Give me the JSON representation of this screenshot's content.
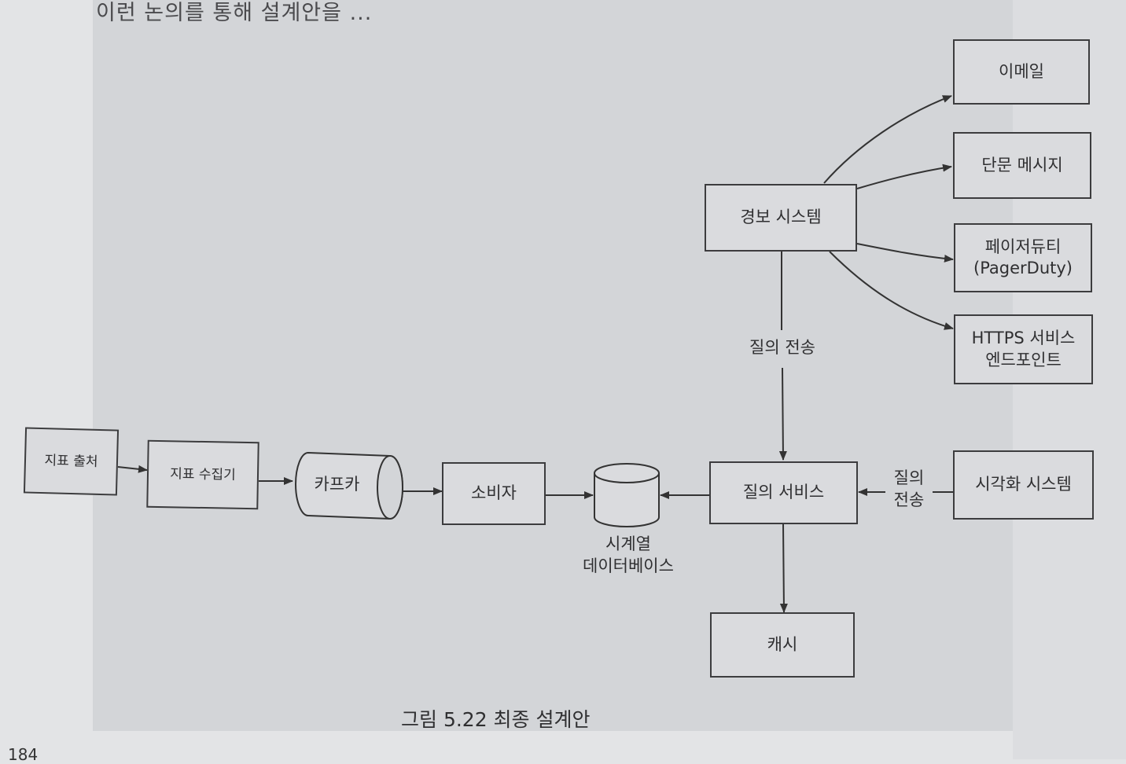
{
  "page": {
    "top_text": "이런 논의를 통해 설계안을 ...",
    "page_number": "184",
    "caption": "그림 5.22 최종 설계안"
  },
  "nodes": {
    "metrics_source": "지표 출처",
    "metrics_collector": "지표 수집기",
    "kafka": "카프카",
    "consumer": "소비자",
    "tsdb": "시계열\n데이터베이스",
    "query_service": "질의 서비스",
    "cache": "캐시",
    "alert_system": "경보 시스템",
    "email": "이메일",
    "sms": "단문 메시지",
    "pagerduty": "페이저듀티\n(PagerDuty)",
    "https_endpoint": "HTTPS 서비스\n엔드포인트",
    "visualization": "시각화 시스템"
  },
  "edge_labels": {
    "alert_to_query": "질의 전송",
    "vis_to_query": "질의\n전송"
  }
}
